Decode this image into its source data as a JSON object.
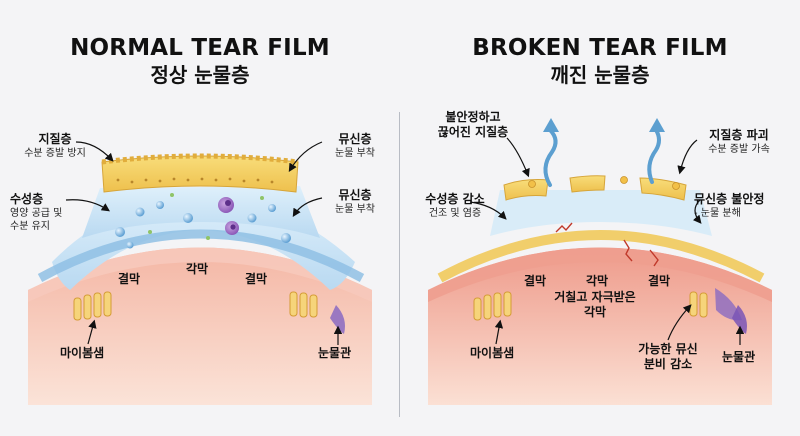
{
  "normal": {
    "title_en": "NORMAL TEAR FILM",
    "title_ko": "정상 눈물층",
    "lipid_label": "지질층",
    "lipid_sub": "수분 증발 방지",
    "aqueous_label": "수성층",
    "aqueous_sub1": "영양 공급 및",
    "aqueous_sub2": "수분 유지",
    "mucin_label1": "뮤신층",
    "mucin_sub1": "눈물 부착",
    "mucin_label2": "뮤신층",
    "mucin_sub2": "눈물 부착",
    "conjunctiva_left": "결막",
    "cornea": "각막",
    "conjunctiva_right": "결막",
    "meibomian": "마이봄샘",
    "tear_duct": "눈물관"
  },
  "broken": {
    "title_en": "BROKEN TEAR FILM",
    "title_ko": "깨진 눈물층",
    "unstable_lipid1": "불안정하고",
    "unstable_lipid2": "끊어진 지질층",
    "lipid_broken": "지질층 파괴",
    "lipid_broken_sub": "수분 증발 가속",
    "aqueous_reduced": "수성층 감소",
    "aqueous_reduced_sub": "건조 및 염증",
    "mucin_unstable": "뮤신층 불안정",
    "mucin_unstable_sub": "- 눈물 분해",
    "conjunctiva_left": "결막",
    "cornea": "각막",
    "conjunctiva_right": "결막",
    "rough_cornea1": "거칠고 자극받은",
    "rough_cornea2": "각막",
    "meibomian": "마이봄샘",
    "mucin_reduced1": "가능한 뮤신",
    "mucin_reduced2": "분비 감소",
    "tear_duct": "눈물관"
  },
  "colors": {
    "lipid": "#f2cf5a",
    "aqueous": "#cfe6f6",
    "eyelid": "#f1b29f",
    "cornea_tissue": "#f7c9b6",
    "arrow_evaporation": "#5c9fd0"
  },
  "icons": [
    "evaporation-arrow-icon",
    "cell-icon",
    "water-droplet-icon"
  ]
}
